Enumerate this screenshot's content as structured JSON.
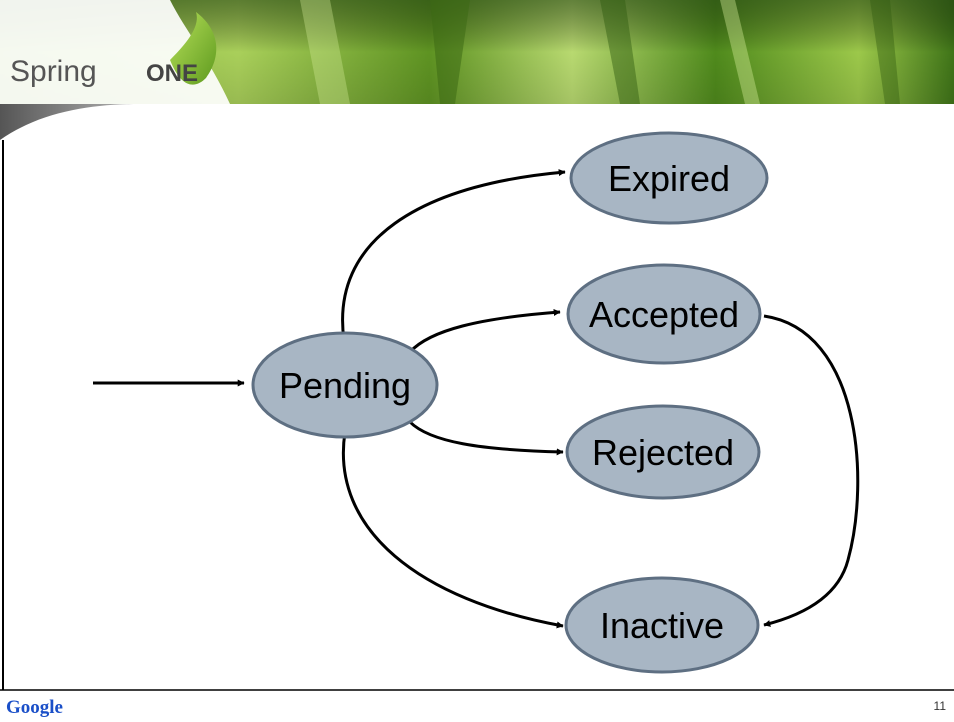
{
  "header": {
    "logo_part1": "Spring",
    "logo_part2": "ONE"
  },
  "diagram": {
    "states": {
      "pending": "Pending",
      "expired": "Expired",
      "accepted": "Accepted",
      "rejected": "Rejected",
      "inactive": "Inactive"
    }
  },
  "footer": {
    "google_logo": "Google",
    "page_number": "11"
  },
  "colors": {
    "node_fill": "#a8b6c4",
    "node_stroke": "#5e6f82",
    "arrow": "#000000",
    "header_green": "#6aa428"
  },
  "icons": {
    "logo_swoosh": "green-leaf-swoosh",
    "google": "google-wordmark"
  }
}
